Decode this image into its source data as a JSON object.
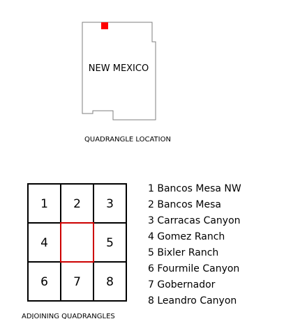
{
  "location_map": {
    "state_label": "NEW MEXICO",
    "caption": "QUADRANGLE LOCATION",
    "marker_color": "#ff0000"
  },
  "adjoining": {
    "caption": "ADJOINING QUADRANGLES",
    "highlight_color": "#cc0000",
    "cells": [
      "1",
      "2",
      "3",
      "4",
      "",
      "5",
      "6",
      "7",
      "8"
    ],
    "legend": [
      "1 Bancos Mesa NW",
      "2 Bancos Mesa",
      "3 Carracas Canyon",
      "4 Gomez Ranch",
      "5 Bixler Ranch",
      "6 Fourmile Canyon",
      "7 Gobernador",
      "8 Leandro Canyon"
    ]
  }
}
